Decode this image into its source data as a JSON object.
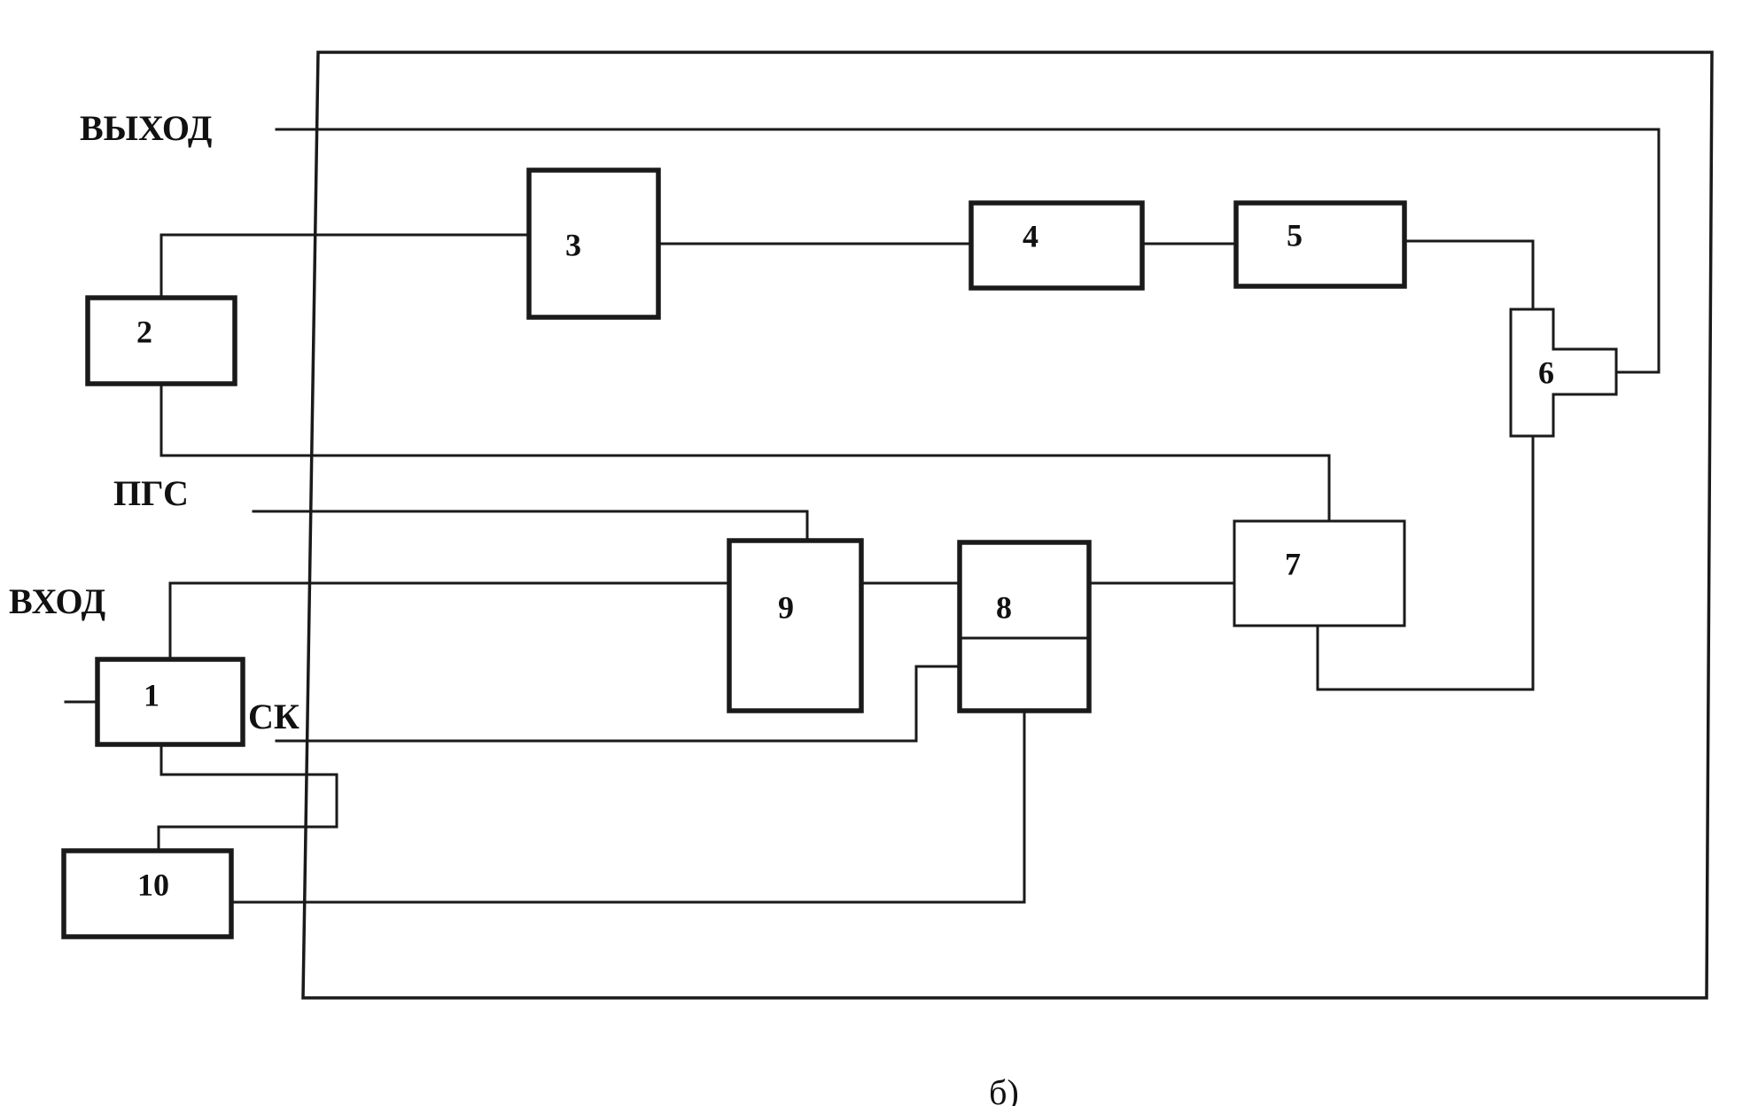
{
  "signals": {
    "output": "ВЫХОД",
    "pgs": "ПГС",
    "input": "ВХОД",
    "sk": "СК"
  },
  "blocks": {
    "b1": "1",
    "b2": "2",
    "b3": "3",
    "b4": "4",
    "b5": "5",
    "b6": "6",
    "b7": "7",
    "b8": "8",
    "b9": "9",
    "b10": "10"
  },
  "caption": "б)"
}
